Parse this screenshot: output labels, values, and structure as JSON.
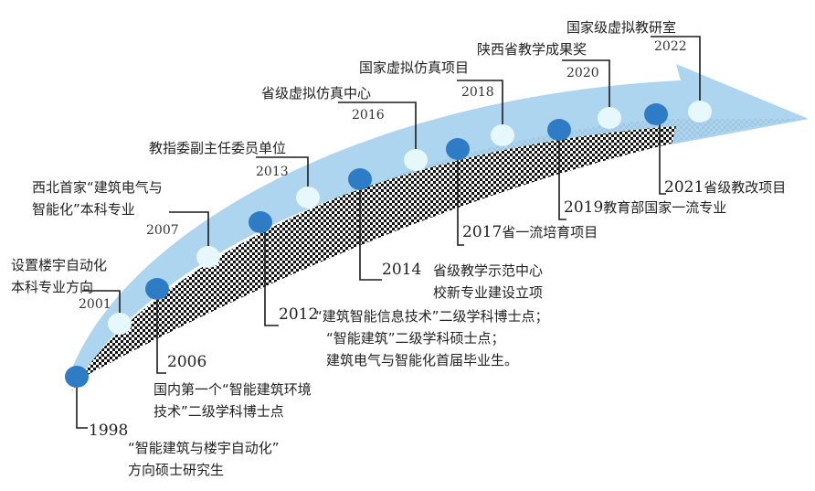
{
  "events_top": [
    {
      "year": "2001",
      "lines": [
        "设置楼宇自动化",
        "本科专业方向"
      ]
    },
    {
      "year": "2007",
      "lines": [
        "西北首家“建筑电气与",
        "智能化”本科专业"
      ]
    },
    {
      "year": "2013",
      "lines": [
        "教指委副主任委员单位"
      ]
    },
    {
      "year": "2016",
      "lines": [
        "省级虚拟仿真中心"
      ]
    },
    {
      "year": "2018",
      "lines": [
        "国家虚拟仿真项目"
      ]
    },
    {
      "year": "2020",
      "lines": [
        "陕西省教学成果奖"
      ]
    },
    {
      "year": "2022",
      "lines": [
        "国家级虚拟教研室"
      ]
    }
  ],
  "events_bottom": [
    {
      "year": "1998",
      "lines": [
        "“智能建筑与楼宇自动化”",
        "方向硕士研究生"
      ]
    },
    {
      "year": "2006",
      "lines": [
        "国内第一个“智能建筑环境",
        "技术”二级学科博士点"
      ]
    },
    {
      "year": "2012",
      "lines": [
        "“建筑智能信息技术”二级学科博士点；",
        "“智能建筑”二级学科硕士点；",
        "建筑电气与智能化首届毕业生。"
      ]
    },
    {
      "year": "2014",
      "lines": [
        "省级教学示范中心",
        "校新专业建设立项"
      ]
    },
    {
      "year": "2017",
      "lines": [
        "省一流培育项目"
      ]
    },
    {
      "year": "2019",
      "lines": [
        "教育部国家一流专业"
      ]
    },
    {
      "year": "2021",
      "lines": [
        "省级教改项目"
      ]
    }
  ],
  "colors": {
    "arrow_fill": "#a9d3ee",
    "node_light": "#e6f8fb",
    "node_dark": "#2f7cc6",
    "connector": "#1c1c1c"
  }
}
